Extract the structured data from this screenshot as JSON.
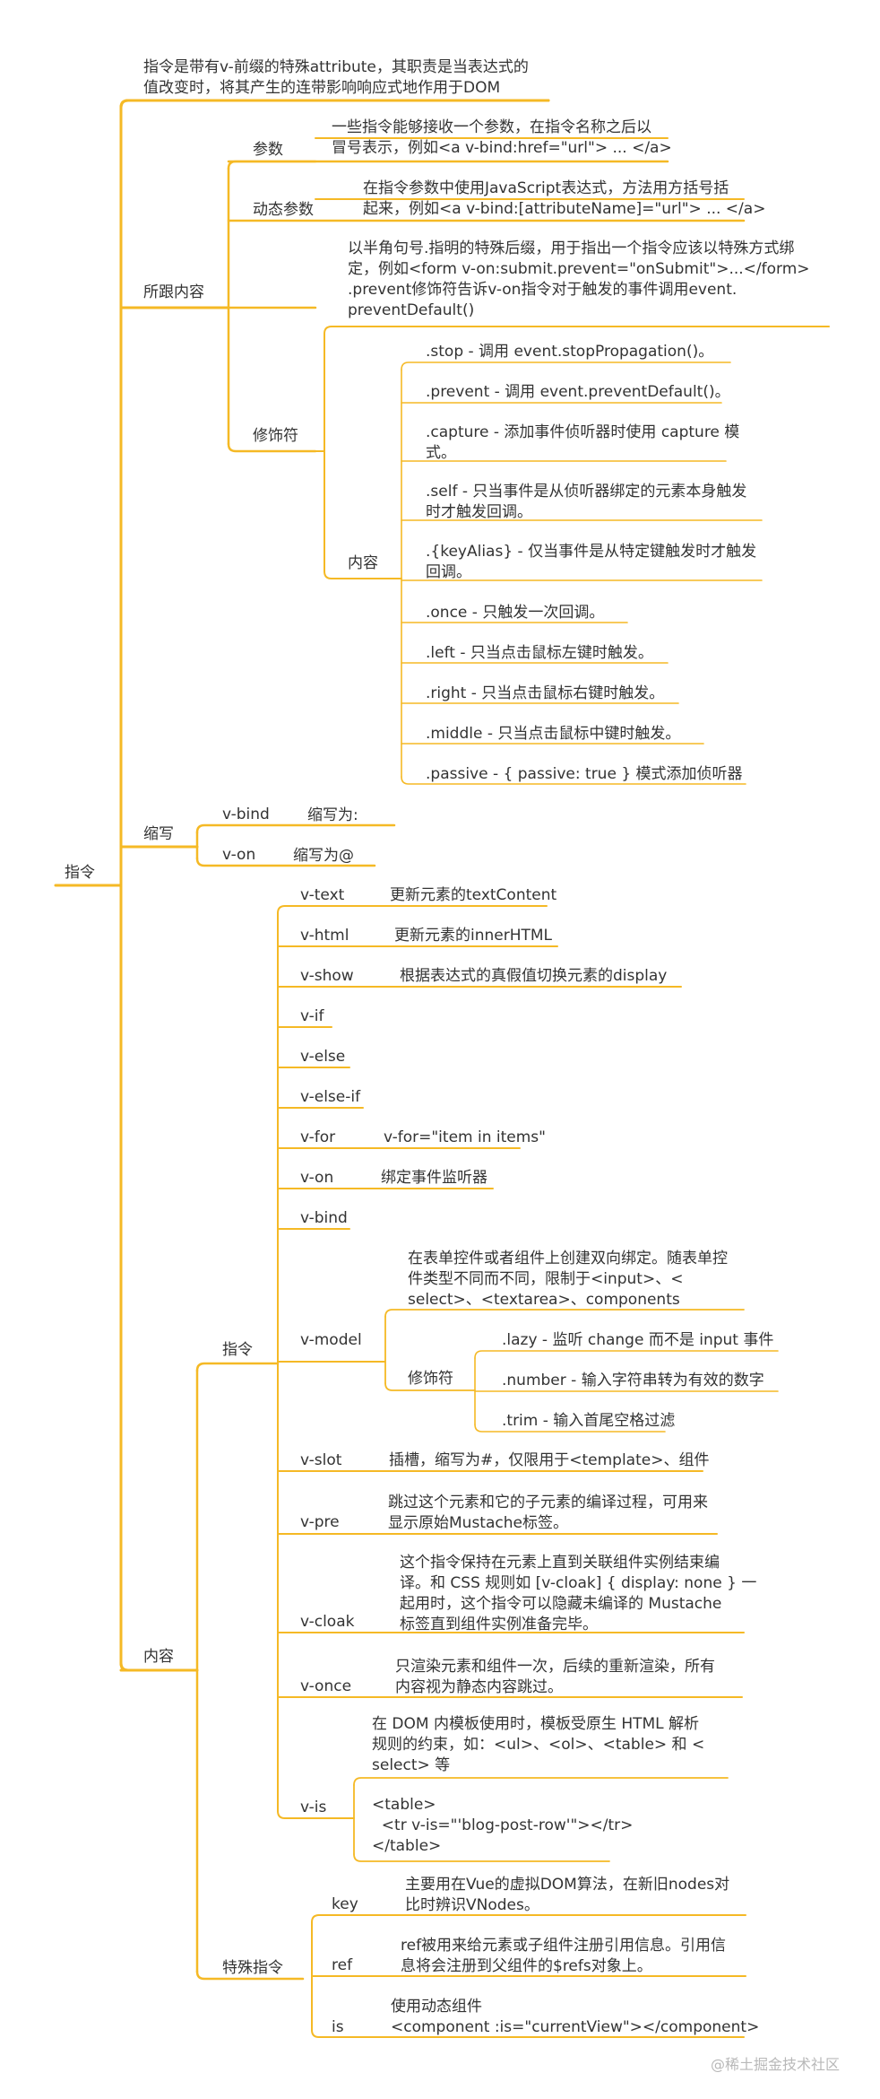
{
  "colors": {
    "branch": "#f5b925",
    "text": "#333333",
    "watermark": "#b8b8b8"
  },
  "root": "指令",
  "intro": "指令是带有v-前缀的特殊attribute，其职责是当表达式的\n值改变时，将其产生的连带影响响应式地作用于DOM",
  "args_section": {
    "label": "所跟内容",
    "params": {
      "label": "参数",
      "text": "一些指令能够接收一个参数，在指令名称之后以\n冒号表示，例如<a v-bind:href=\"url\"> ... </a>"
    },
    "dynamic": {
      "label": "动态参数",
      "text": "在指令参数中使用JavaScript表达式，方法用方括号括\n起来，例如<a v-bind:[attributeName]=\"url\"> ... </a>"
    },
    "modifiers": {
      "label": "修饰符",
      "desc": "以半角句号.指明的特殊后缀，用于指出一个指令应该以特殊方式绑\n定，例如<form v-on:submit.prevent=\"onSubmit\">...</form>\n.prevent修饰符告诉v-on指令对于触发的事件调用event.\npreventDefault()",
      "content_label": "内容",
      "items": [
        ".stop - 调用 event.stopPropagation()。",
        ".prevent - 调用 event.preventDefault()。",
        ".capture - 添加事件侦听器时使用 capture 模\n式。",
        ".self - 只当事件是从侦听器绑定的元素本身触发\n时才触发回调。",
        ".{keyAlias} - 仅当事件是从特定键触发时才触发\n回调。",
        ".once - 只触发一次回调。",
        ".left - 只当点击鼠标左键时触发。",
        ".right - 只当点击鼠标右键时触发。",
        ".middle - 只当点击鼠标中键时触发。",
        ".passive - { passive: true } 模式添加侦听器"
      ]
    }
  },
  "shorthand": {
    "label": "缩写",
    "items": [
      {
        "name": "v-bind",
        "desc": "缩写为:"
      },
      {
        "name": "v-on",
        "desc": "缩写为@"
      }
    ]
  },
  "content": {
    "label": "内容",
    "directives": {
      "label": "指令",
      "items": [
        {
          "name": "v-text",
          "desc": "更新元素的textContent"
        },
        {
          "name": "v-html",
          "desc": "更新元素的innerHTML"
        },
        {
          "name": "v-show",
          "desc": "根据表达式的真假值切换元素的display"
        },
        {
          "name": "v-if",
          "desc": ""
        },
        {
          "name": "v-else",
          "desc": ""
        },
        {
          "name": "v-else-if",
          "desc": ""
        },
        {
          "name": "v-for",
          "desc": "v-for=\"item in items\""
        },
        {
          "name": "v-on",
          "desc": "绑定事件监听器"
        },
        {
          "name": "v-bind",
          "desc": ""
        },
        {
          "name": "v-model",
          "desc": "在表单控件或者组件上创建双向绑定。随表单控\n件类型不同而不同，限制于<input>、<\nselect>、<textarea>、components"
        },
        {
          "name": "v-slot",
          "desc": "插槽，缩写为#，仅限用于<template>、组件"
        },
        {
          "name": "v-pre",
          "desc": "跳过这个元素和它的子元素的编译过程，可用来\n显示原始Mustache标签。"
        },
        {
          "name": "v-cloak",
          "desc": "这个指令保持在元素上直到关联组件实例结束编\n译。和 CSS 规则如 [v-cloak] { display: none } 一\n起用时，这个指令可以隐藏未编译的 Mustache\n标签直到组件实例准备完毕。"
        },
        {
          "name": "v-once",
          "desc": "只渲染元素和组件一次，后续的重新渲染，所有\n内容视为静态内容跳过。"
        },
        {
          "name": "v-is",
          "desc": "在 DOM 内模板使用时，模板受原生 HTML 解析\n规则的约束，如：<ul>、<ol>、<table> 和 <\nselect> 等"
        }
      ],
      "vmodel_modifiers": {
        "label": "修饰符",
        "items": [
          ".lazy - 监听 change 而不是 input 事件",
          ".number - 输入字符串转为有效的数字",
          ".trim - 输入首尾空格过滤"
        ]
      },
      "vis_code": "<table>\n  <tr v-is=\"'blog-post-row'\"></tr>\n</table>"
    },
    "special": {
      "label": "特殊指令",
      "items": [
        {
          "name": "key",
          "desc": "主要用在Vue的虚拟DOM算法，在新旧nodes对\n比时辨识VNodes。"
        },
        {
          "name": "ref",
          "desc": "ref被用来给元素或子组件注册引用信息。引用信\n息将会注册到父组件的$refs对象上。"
        },
        {
          "name": "is",
          "desc": "使用动态组件\n<component :is=\"currentView\"></component>"
        }
      ]
    }
  },
  "watermark": "@稀土掘金技术社区"
}
